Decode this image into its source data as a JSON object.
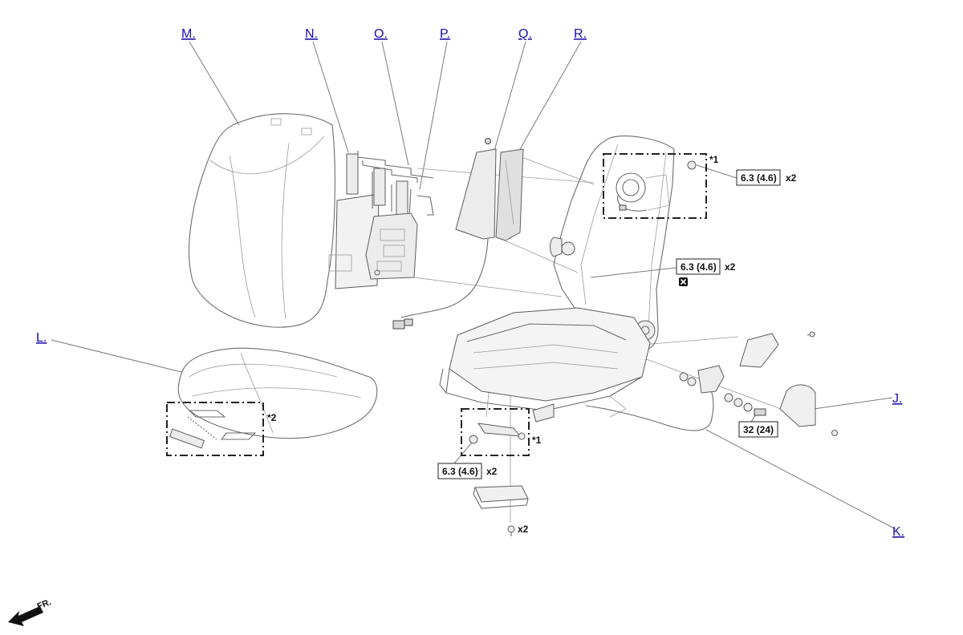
{
  "callouts": {
    "M": "M.",
    "N": "N.",
    "O": "O.",
    "P": "P.",
    "Q": "Q.",
    "R": "R.",
    "L": "L.",
    "J": "J.",
    "K": "K."
  },
  "torques": {
    "upper_frame": "6.3 (4.6)",
    "mid_frame": "6.3 (4.6)",
    "lower_bracket": "6.3 (4.6)",
    "belt_anchor": "32 (24)"
  },
  "multipliers": {
    "upper_frame": "x2",
    "mid_frame": "x2",
    "lower_bracket": "x2",
    "bottom_bolt": "x2"
  },
  "notes": {
    "upper_detail": "*1",
    "lower_detail": "*1",
    "cushion_detail": "*2"
  },
  "symbols": {
    "non_reusable": "non-reusable-part-icon",
    "front_arrow": "front-direction-arrow-icon"
  },
  "front_label": "FR.",
  "colors": {
    "link": "#1a0dab",
    "line": "#7a7a7a",
    "box": "#222222"
  }
}
